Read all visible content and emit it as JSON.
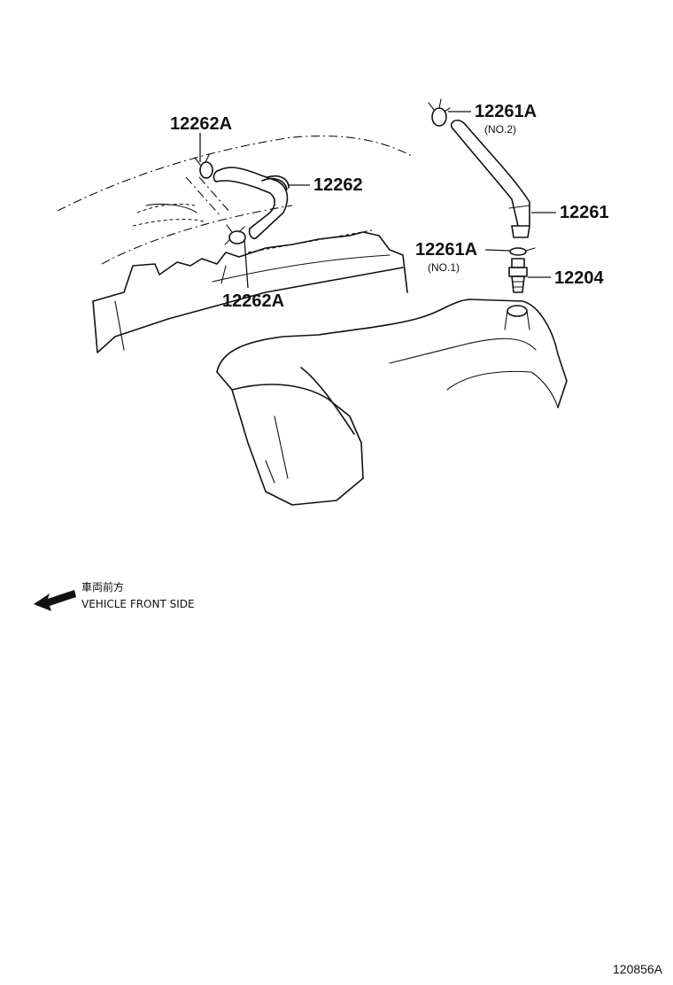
{
  "callouts": {
    "clamp_top_left": "12262A",
    "hose_left": "12262",
    "clamp_bottom_left": "12262A",
    "clamp_top_right": "12261A",
    "clamp_top_right_note": "(NO.2)",
    "hose_right": "12261",
    "clamp_mid_right": "12261A",
    "clamp_mid_right_note": "(NO.1)",
    "pcv_valve": "12204"
  },
  "direction": {
    "japanese": "車両前方",
    "english": "VEHICLE FRONT SIDE",
    "icon": "arrow-left-icon"
  },
  "figure_ref": "120856A"
}
